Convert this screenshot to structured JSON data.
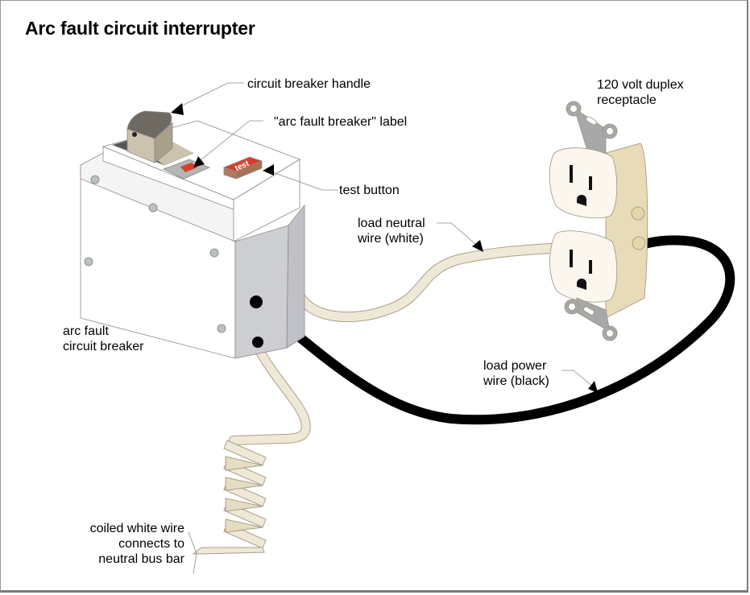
{
  "title": "Arc fault circuit interrupter",
  "labels": {
    "handle": "circuit breaker handle",
    "afb_label": "\"arc fault breaker\" label",
    "test_button": "test button",
    "receptacle": [
      "120 volt duplex",
      "receptacle"
    ],
    "neutral_wire": [
      "load neutral",
      "wire (white)"
    ],
    "power_wire": [
      "load power",
      "wire (black)"
    ],
    "breaker": [
      "arc fault",
      "circuit breaker"
    ],
    "coiled_wire": [
      "coiled white wire",
      "connects to",
      "neutral bus bar"
    ]
  },
  "button_text": "test",
  "colors": {
    "breaker_body": "#ffffff",
    "breaker_end": "#cdced2",
    "handle_top": "#6e6a62",
    "handle_face": "#cbc3ae",
    "label_red": "#d6402b",
    "test_top": "#d6402b",
    "test_side": "#b07a5c",
    "receptacle_face": "#fcf7ee",
    "receptacle_side": "#e8dcb8",
    "strap": "#a8a8a8",
    "white_wire": "#efe8d6",
    "black_wire": "#000000"
  }
}
